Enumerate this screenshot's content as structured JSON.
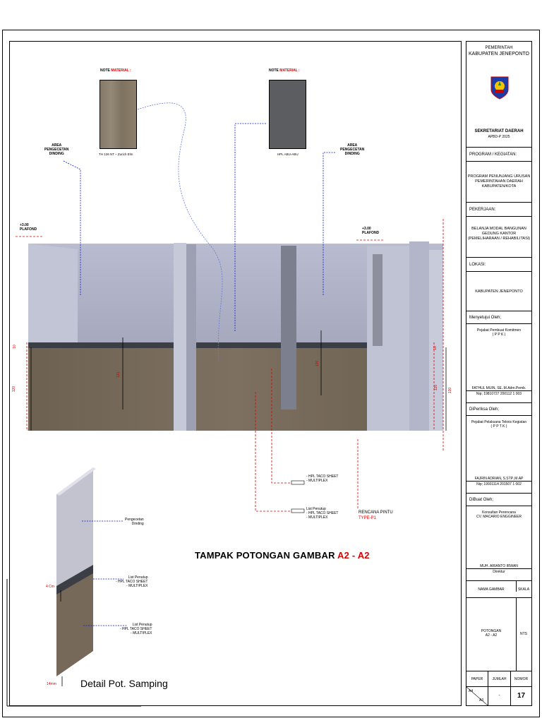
{
  "drawing": {
    "note_prefix": "NOTE",
    "note_word": "MATERIAL :",
    "swatch1_label": "TH 126 NT – Zurich Elm",
    "swatch2_label": "HPL ABU-ABU",
    "area_left": [
      "AREA",
      "PENGECETAN",
      "DINDING"
    ],
    "area_right": [
      "AREA",
      "PENGECETAN",
      "DINDING"
    ],
    "plafond_left": [
      "+3.00",
      "PLAFOND"
    ],
    "plafond_right": [
      "+3.00",
      "PLAFOND"
    ],
    "dim_left_10": "10",
    "dim_left_120": "120",
    "dim_mid_120a": "120",
    "dim_mid_120b": "120",
    "dim_right_10": "10",
    "dim_right_120": "120",
    "dim_right_130": "130",
    "callout1": [
      "- HPL TACO SHEET",
      "- MULTIPLEX"
    ],
    "callout2": [
      "List Penutup",
      "- HPL TACO SHEET",
      "- MULTIPLEX"
    ],
    "door_note": [
      "RENCANA PINTU",
      "TYPE-P1"
    ],
    "title_main": "TAMPAK POTONGAN GAMBAR",
    "title_code": "A2 - A2",
    "detail_paint": [
      "Pengecetan",
      "Dinding"
    ],
    "detail_list1": [
      "List Penutup",
      "- HPL TACO SHEET",
      "- MULTIPLEX"
    ],
    "detail_list2": [
      "List Penutup",
      "- HPL TACO SHEET",
      "- MULTIPLEX"
    ],
    "detail_4cm": "4 Cm",
    "detail_14mm": "14mm",
    "detail_title": "Detail Pot. Samping"
  },
  "titleblock": {
    "gov1": "PEMERINTAH",
    "gov2": "KABUPATEN JENEPONTO",
    "secretariat": "SEKRETARIAT DAERAH",
    "budget": "APBD-P 2025",
    "program_label": "PROGRAM / KEGIATAN:",
    "program": [
      "PROGRAM PENUNJANG URUSAN",
      "PEMERINTAHAN DAERAH",
      "KABUPATEN/KOTA"
    ],
    "work_label": "PEKERJAAN:",
    "work": [
      "BELANJA MODAL BANGUNAN",
      "GEDUNG KANTOR",
      "(PEMELIHARAAN / REHABILITASI)"
    ],
    "location_label": "LOKASI:",
    "location": "KABUPATEN JENEPONTO",
    "approved_label": "Menyetujui Oleh;",
    "ppk": [
      "Pejabat Pembuat Komitmen",
      "( P P K )"
    ],
    "ppk_name": "FATHUL MUIN, SE.,M.Adm.Pemb.",
    "ppk_nip": "Nip; 19810727 200112 1 003",
    "checked_label": "DiPerIksa Oleh;",
    "pptk": [
      "Pejabat Pelaksana Teknis Kegiatan",
      "( P P T K )"
    ],
    "pptk_name": "FAJRIN ADRIAN, S.STP.,M.AP",
    "pptk_nip": "Nip; 19931114 201507 1 002",
    "made_label": "DiBuat Oleh;",
    "consultant": [
      "Konsultan Perencana",
      "CV. MACARIO ENGGINEER"
    ],
    "director_name": "MUH. ARIANTO IRWAN",
    "director_title": "Direktur",
    "col_name": "NAMA GAMBAR",
    "col_scale": "SKALA",
    "drawing_name": [
      "POTONGAN",
      "A2 - A2"
    ],
    "scale": "NTS",
    "paper_label": "PAPER",
    "count_label": "JUMLAH",
    "number_label": "NOMOR",
    "paper_a4": "A4",
    "paper_a3": "A3",
    "count": "-",
    "number": "17"
  },
  "colors": {
    "wall": "#b4b7cc",
    "panel": "#75685a",
    "strip": "#3e4048",
    "floor": "#d8c9a8",
    "accent": "#dd0000",
    "dim_blue": "#0018d0"
  }
}
